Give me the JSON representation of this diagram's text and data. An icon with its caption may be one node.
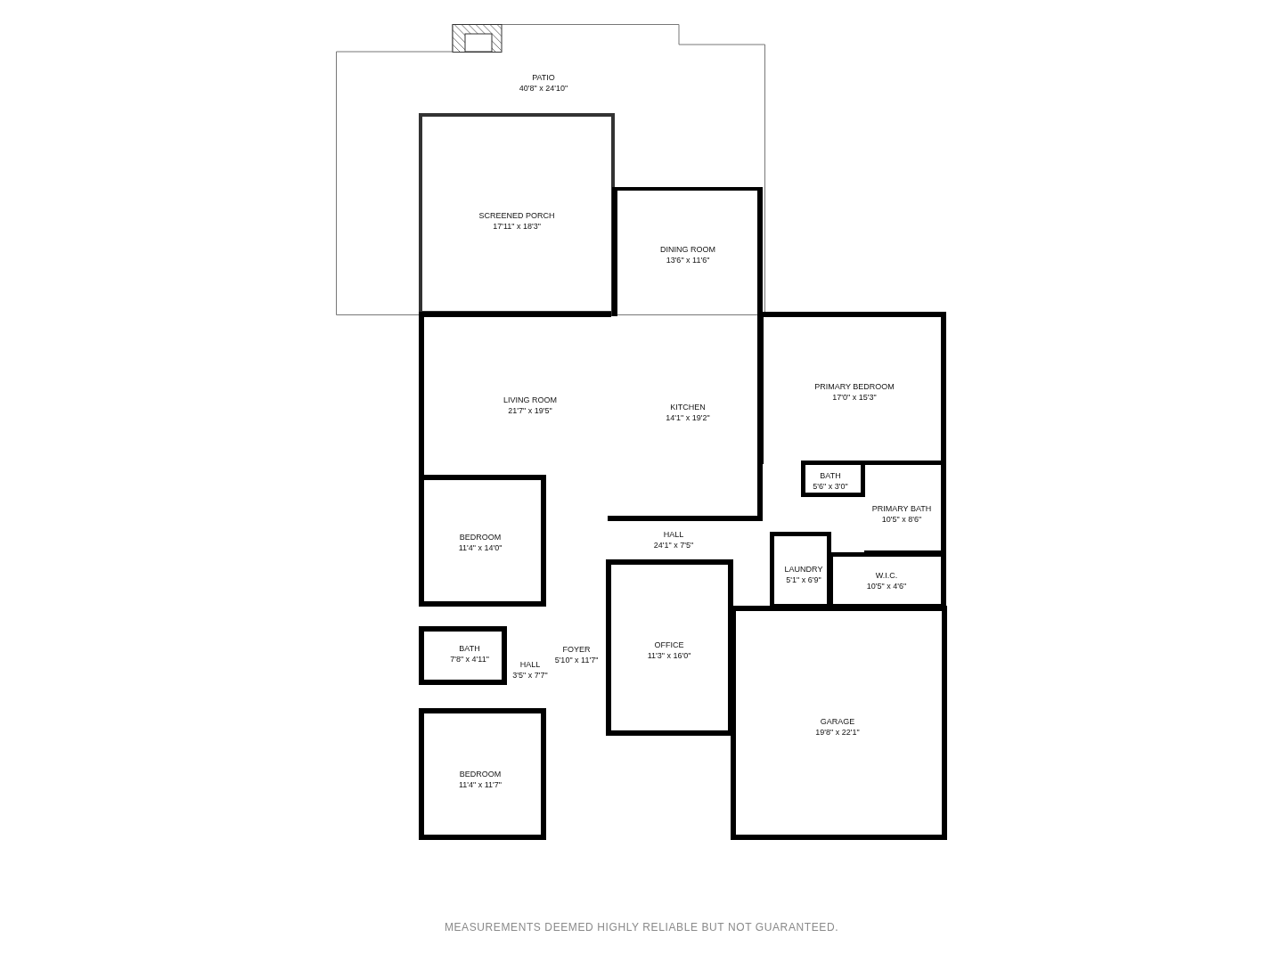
{
  "diagram": {
    "nodes": [
      {
        "text": [
          "PATIO",
          "40'8\" x 24'10\""
        ]
      },
      {
        "text": [
          "SCREENED PORCH",
          "17'11\" x 18'3\""
        ],
        "in": 0
      },
      {
        "text": [
          "DINING ROOM",
          "13'6\" x 11'6\""
        ],
        "in": 0
      },
      {
        "text": [
          "LIVING ROOM",
          "21'7\" x 19'5\""
        ]
      },
      {
        "text": [
          "KITCHEN",
          "14'1\" x 19'2\""
        ]
      },
      {
        "text": [
          "PRIMARY BEDROOM",
          "17'0\" x 15'3\""
        ]
      },
      {
        "text": [
          "BATH",
          "5'6\" x 3'0\""
        ]
      },
      {
        "text": [
          "PRIMARY BATH",
          "10'5\" x 8'6\""
        ]
      },
      {
        "text": [
          "BEDROOM",
          "11'4\" x 14'0\""
        ]
      },
      {
        "text": [
          "HALL",
          "24'1\" x 7'5\""
        ]
      },
      {
        "text": [
          "LAUNDRY",
          "5'1\" x 6'9\""
        ]
      },
      {
        "text": [
          "W.I.C.",
          "10'5\" x 4'6\""
        ]
      },
      {
        "text": [
          "BATH",
          "7'8\" x 4'11\""
        ]
      },
      {
        "text": [
          "HALL",
          "3'5\" x 7'7\""
        ]
      },
      {
        "text": [
          "FOYER",
          "5'10\" x 11'7\""
        ]
      },
      {
        "text": [
          "OFFICE",
          "11'3\" x 16'0\""
        ]
      },
      {
        "text": [
          "GARAGE",
          "19'8\" x 22'1\""
        ]
      },
      {
        "text": [
          "BEDROOM",
          "11'4\" x 11'7\""
        ]
      }
    ],
    "labels": [
      "MEASUREMENTS DEEMED HIGHLY RELIABLE BUT NOT GUARANTEED."
    ]
  }
}
